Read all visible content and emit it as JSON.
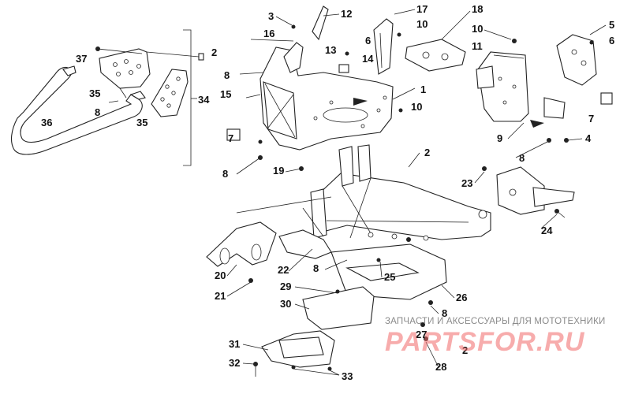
{
  "diagram": {
    "callouts": [
      "1",
      "2",
      "3",
      "4",
      "5",
      "6",
      "7",
      "8",
      "9",
      "10",
      "11",
      "12",
      "13",
      "14",
      "15",
      "16",
      "17",
      "18",
      "19",
      "20",
      "21",
      "22",
      "23",
      "24",
      "25",
      "26",
      "27",
      "28",
      "29",
      "30",
      "31",
      "32",
      "33",
      "34",
      "35",
      "36",
      "37"
    ]
  },
  "watermark": {
    "caption": "ЗАПЧАСТИ И АКСЕССУАРЫ ДЛЯ МОТОТЕХНИКИ",
    "logo": "PARTSFOR.RU"
  },
  "colors": {
    "line": "#222222",
    "watermark_logo": "#f26a6a",
    "watermark_caption": "#8a8a8a"
  }
}
